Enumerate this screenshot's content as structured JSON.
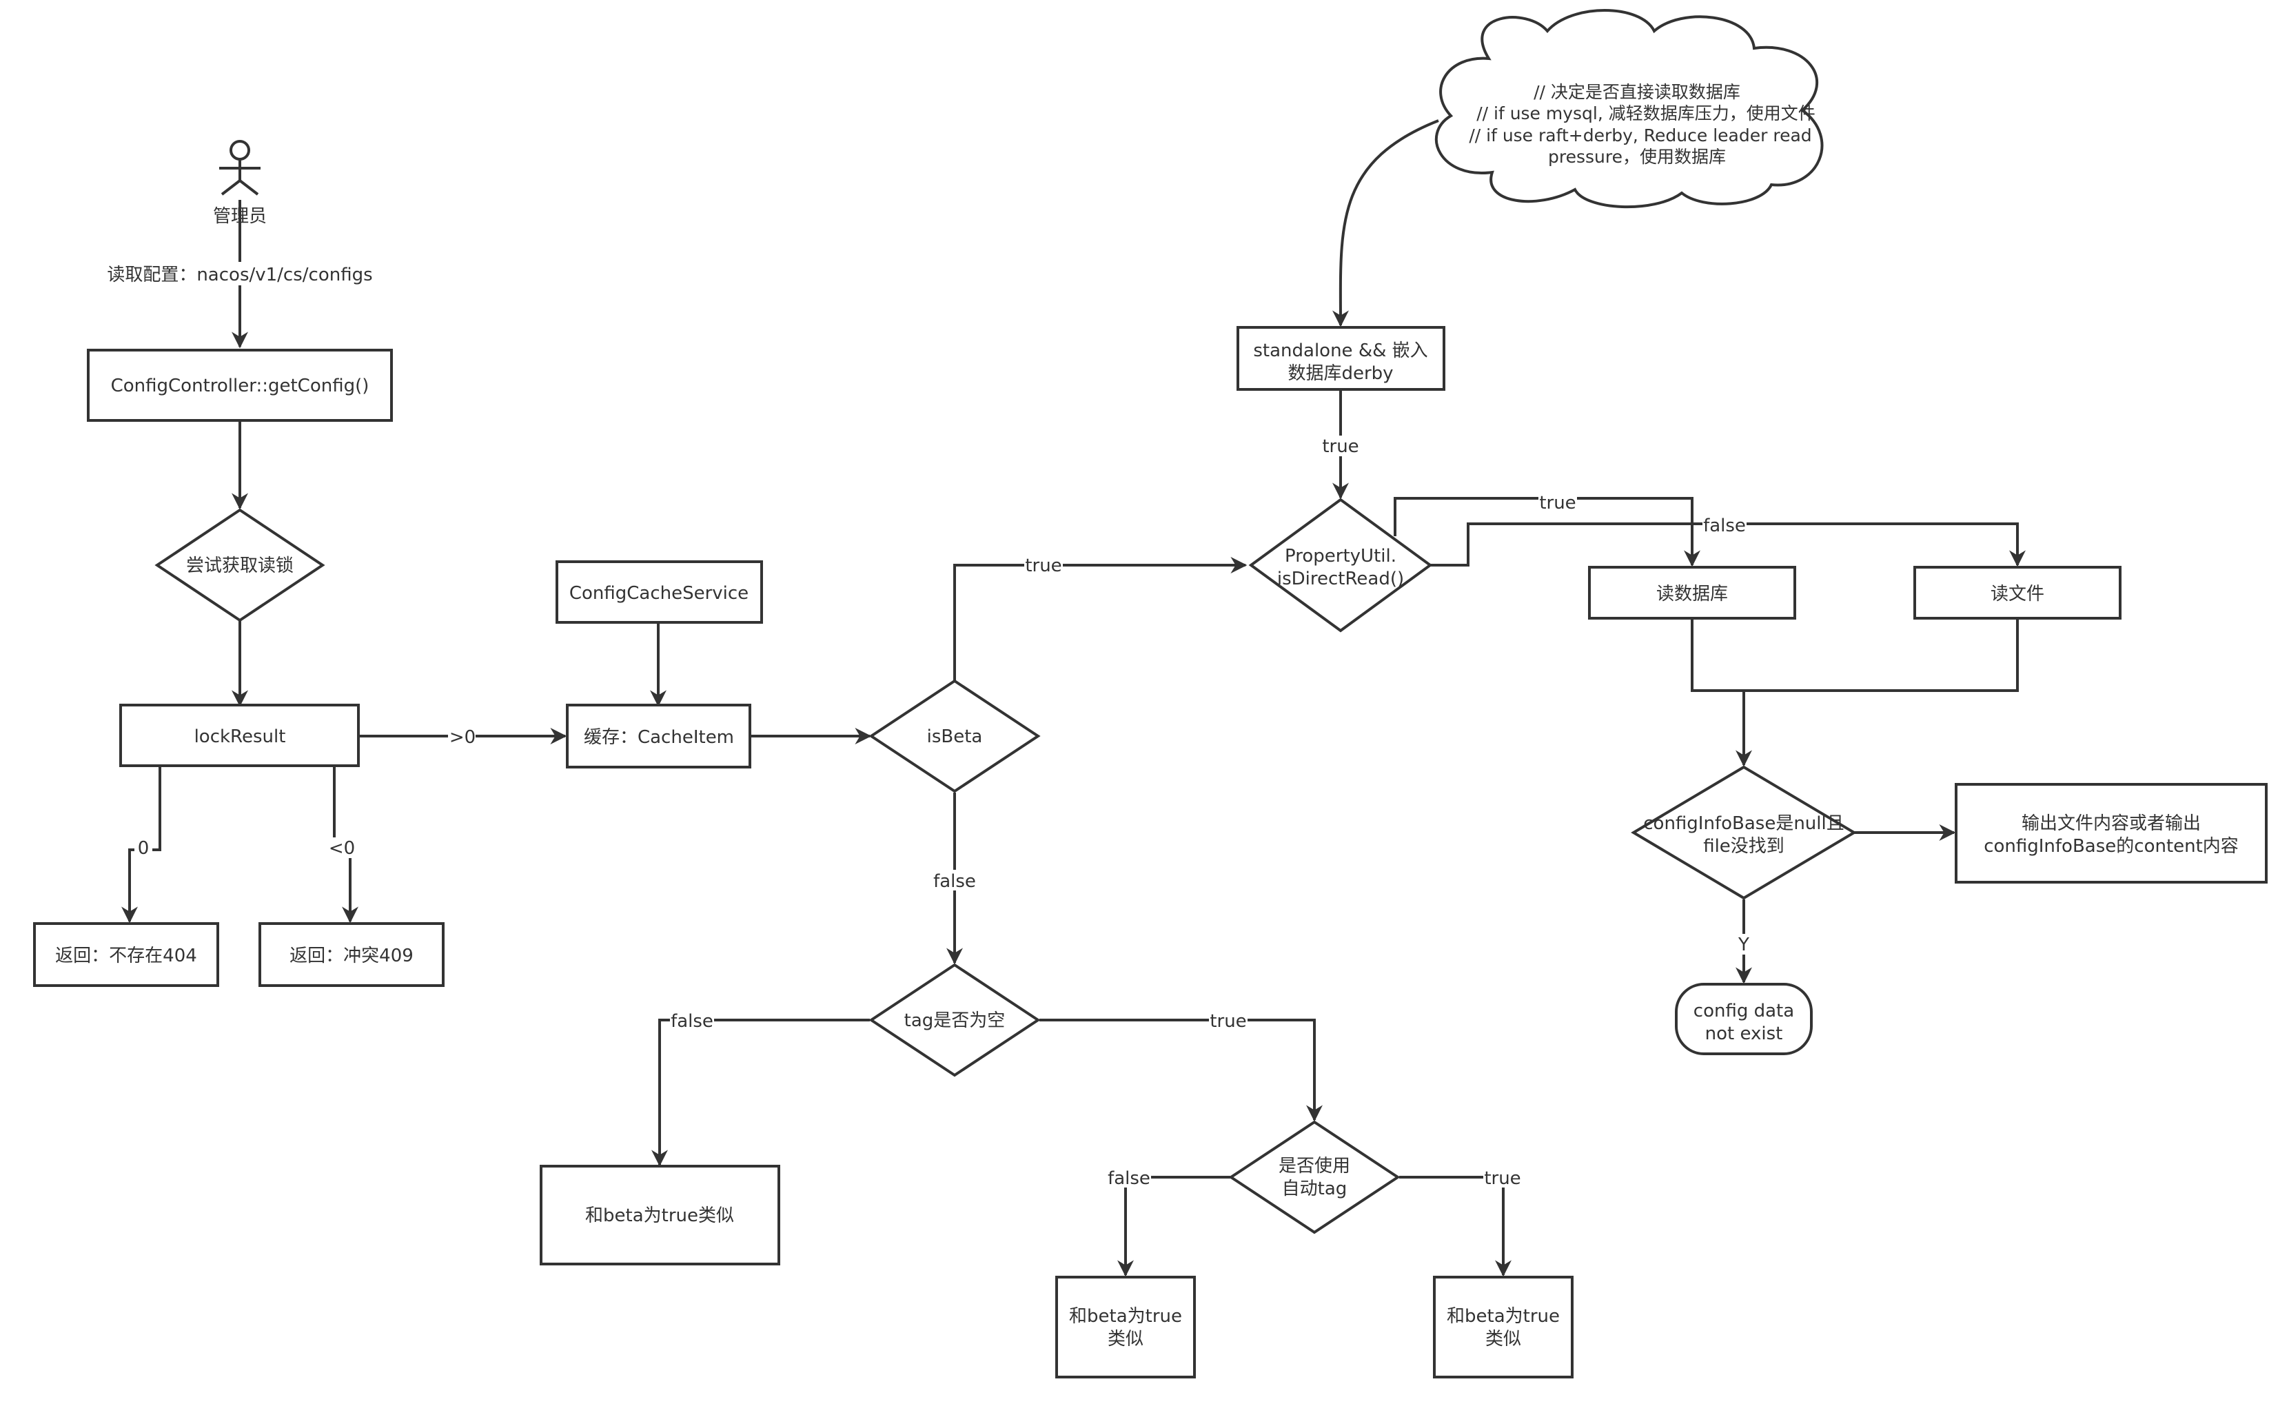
{
  "actor": {
    "label": "管理员"
  },
  "nodes": {
    "getConfig": "ConfigController::getConfig()",
    "tryLock": "尝试获取读锁",
    "lockResult": "lockResult",
    "ret404": "返回：不存在404",
    "ret409": "返回：冲突409",
    "cacheService": "ConfigCacheService",
    "cacheItem": "缓存：CacheItem",
    "isBeta": "isBeta",
    "tagEmpty": "tag是否为空",
    "betaSimilar1": "和beta为true类似",
    "autoTag": [
      "是否使用",
      "自动tag"
    ],
    "betaSimilar2": [
      "和beta为true",
      "类似"
    ],
    "betaSimilar3": [
      "和beta为true",
      "类似"
    ],
    "standalone": [
      "standalone && 嵌入",
      "数据库derby"
    ],
    "directRead": [
      "PropertyUtil.",
      "isDirectRead()"
    ],
    "readDb": "读数据库",
    "readFile": "读文件",
    "configNull": [
      "configInfoBase是null且",
      "file没找到"
    ],
    "output": [
      "输出文件内容或者输出",
      "configInfoBase的content内容"
    ],
    "notExist": [
      "config data",
      "not exist"
    ]
  },
  "cloud": [
    "// 决定是否直接读取数据库",
    "// if use mysql, 减轻数据库压力，使用文件",
    "// if use raft+derby, Reduce leader read",
    "pressure，使用数据库"
  ],
  "edge_labels": {
    "readConfig": "读取配置：nacos/v1/cs/configs",
    "gt0": ">0",
    "eq0": "0",
    "lt0": "<0",
    "betaTrue": "true",
    "betaFalse": "false",
    "tagFalse": "false",
    "tagTrue": "true",
    "autoFalse": "false",
    "autoTrue": "true",
    "standaloneTrue": "true",
    "directTrue": "true",
    "directFalse": "false",
    "nullY": "Y"
  },
  "colors": {
    "stroke": "#333333",
    "background": "#ffffff"
  }
}
